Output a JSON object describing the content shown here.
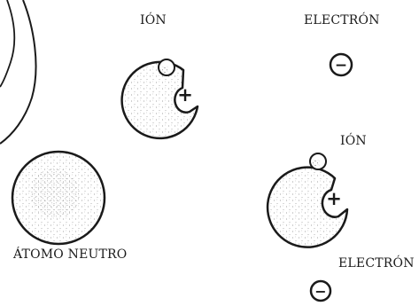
{
  "labels": {
    "ion_top": "IÓN",
    "electron_top": "ELECTRÓN",
    "ion_bottom": "IÓN",
    "electron_bottom": "ELECTRÓN",
    "neutral_atom": "ÁTOMO NEUTRO"
  },
  "symbols": {
    "positive": "+",
    "negative": "−"
  },
  "colors": {
    "ink": "#1a1a1a",
    "stipple": "#8a8a8a",
    "paper": "#ffffff"
  }
}
